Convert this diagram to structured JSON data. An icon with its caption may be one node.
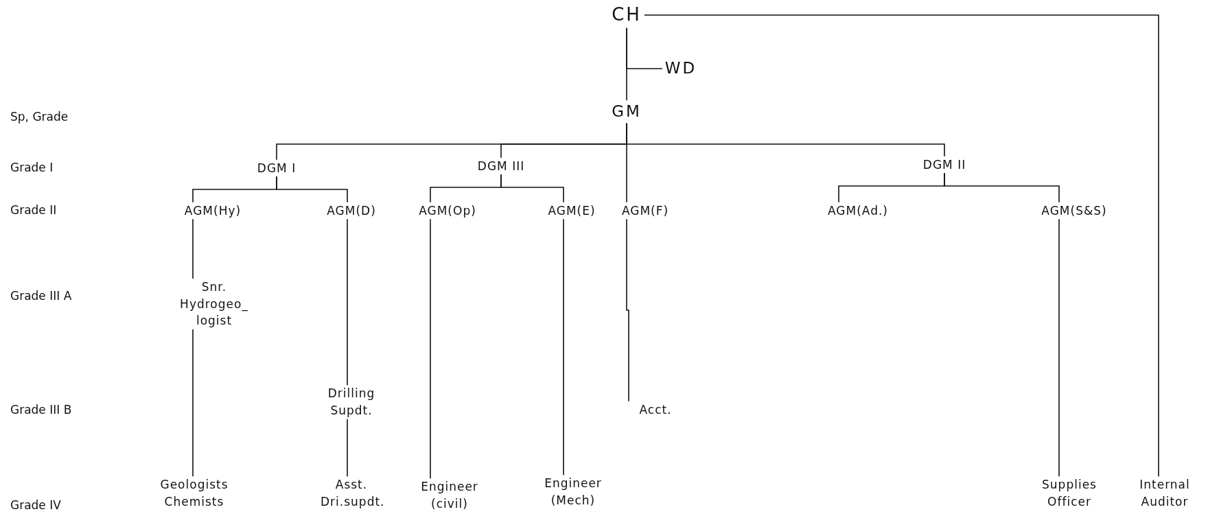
{
  "diagram": {
    "nodes": [
      {
        "text": [
          "CH"
        ]
      },
      {
        "text": [
          "WD"
        ]
      },
      {
        "text": [
          "GM"
        ]
      },
      {
        "text": [
          "DGM I"
        ]
      },
      {
        "text": [
          "DGM III"
        ]
      },
      {
        "text": [
          "DGM II"
        ]
      },
      {
        "text": [
          "AGM(Hy)"
        ]
      },
      {
        "text": [
          "AGM(D)"
        ]
      },
      {
        "text": [
          "AGM(Op)"
        ]
      },
      {
        "text": [
          "AGM(E)"
        ]
      },
      {
        "text": [
          "AGM(F)"
        ]
      },
      {
        "text": [
          "AGM(Ad.)"
        ]
      },
      {
        "text": [
          "AGM(S&S)"
        ]
      },
      {
        "text": [
          "Snr. Hydrogeo_ logist"
        ]
      },
      {
        "text": [
          "Drilling Supdt."
        ]
      },
      {
        "text": [
          "Acct."
        ]
      },
      {
        "text": [
          "Geologists Chemists"
        ]
      },
      {
        "text": [
          "Asst. Dri.supdt."
        ]
      },
      {
        "text": [
          "Engineer (civil)"
        ]
      },
      {
        "text": [
          "Engineer (Mech)"
        ]
      },
      {
        "text": [
          "Supplies Officer"
        ]
      },
      {
        "text": [
          "Internal Auditor"
        ]
      }
    ],
    "edges": [
      {
        "from": 0,
        "to": 2,
        "arrow": "none"
      },
      {
        "from": 0,
        "to": 1,
        "arrow": "none"
      },
      {
        "from": 0,
        "to": 21,
        "arrow": "none"
      },
      {
        "from": 2,
        "to": 3,
        "arrow": "none"
      },
      {
        "from": 2,
        "to": 4,
        "arrow": "none"
      },
      {
        "from": 2,
        "to": 5,
        "arrow": "none"
      },
      {
        "from": 2,
        "to": 10,
        "arrow": "none"
      },
      {
        "from": 3,
        "to": 6,
        "arrow": "none"
      },
      {
        "from": 3,
        "to": 7,
        "arrow": "none"
      },
      {
        "from": 4,
        "to": 8,
        "arrow": "none"
      },
      {
        "from": 4,
        "to": 9,
        "arrow": "none"
      },
      {
        "from": 5,
        "to": 11,
        "arrow": "none"
      },
      {
        "from": 5,
        "to": 12,
        "arrow": "none"
      },
      {
        "from": 6,
        "to": 13,
        "arrow": "none"
      },
      {
        "from": 13,
        "to": 16,
        "arrow": "none"
      },
      {
        "from": 7,
        "to": 14,
        "arrow": "none"
      },
      {
        "from": 14,
        "to": 17,
        "arrow": "none"
      },
      {
        "from": 8,
        "to": 18,
        "arrow": "none"
      },
      {
        "from": 9,
        "to": 19,
        "arrow": "none"
      },
      {
        "from": 10,
        "to": 15,
        "arrow": "none"
      },
      {
        "from": 12,
        "to": 20,
        "arrow": "none"
      }
    ],
    "labels": [
      "Sp, Grade",
      "Grade I",
      "Grade II",
      "Grade III A",
      "Grade III B",
      "Grade IV"
    ]
  }
}
